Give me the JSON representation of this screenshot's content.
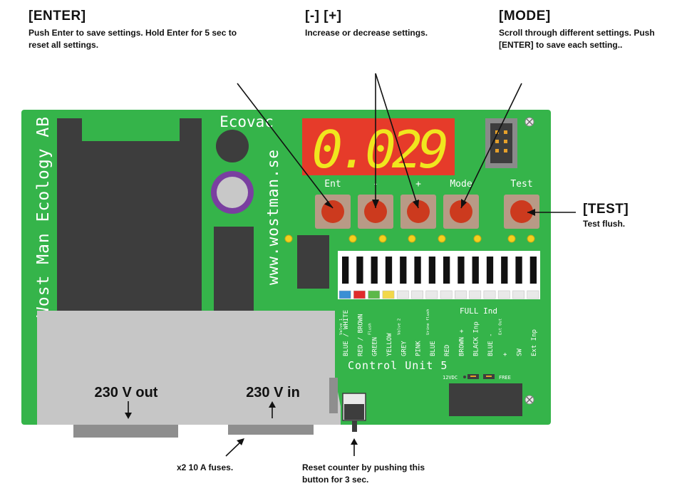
{
  "annotations": {
    "enter": {
      "title": "[ENTER]",
      "desc": "Push Enter to save settings. Hold Enter for 5 sec to reset all settings."
    },
    "plusminus": {
      "title": "[-] [+]",
      "desc": "Increase or decrease settings."
    },
    "mode": {
      "title": "[MODE]",
      "desc": "Scroll through different settings. Push [ENTER] to save each setting.."
    },
    "test": {
      "title": "[TEST]",
      "desc": "Test flush."
    },
    "fuses": {
      "desc": "x2 10 A fuses."
    },
    "reset": {
      "desc": "Reset counter by pushing this button for 3 sec."
    }
  },
  "board": {
    "brand_vertical": "Wost Man Ecology AB",
    "product_name": "Ecovac",
    "website": "www.wostman.se",
    "display_value": "0.029",
    "unit_label": "Control Unit 5",
    "power_out": "230 V out",
    "power_in": "230 V in",
    "buttons": [
      {
        "label": "Ent",
        "color": "#cc3a1e"
      },
      {
        "label": "-",
        "color": "#cc3a1e"
      },
      {
        "label": "+",
        "color": "#cc3a1e"
      },
      {
        "label": "Mode",
        "color": "#cc3a1e"
      },
      {
        "label": "Test",
        "color": "#cc3a1e"
      }
    ],
    "terminal_colors": [
      "#3b8fd4",
      "#e02b2b",
      "#5cb84a",
      "#f2d84a"
    ],
    "wire_labels": [
      {
        "main": "BLUE / WHITE",
        "sub": "Valve 1"
      },
      {
        "main": "RED / BROWN",
        "sub": ""
      },
      {
        "main": "GREEN",
        "sub": "Flush"
      },
      {
        "main": "YELLOW",
        "sub": ""
      },
      {
        "main": "GREY",
        "sub": "Valve 2"
      },
      {
        "main": "PINK",
        "sub": ""
      },
      {
        "main": "BLUE",
        "sub": "Urine flush"
      },
      {
        "main": "RED",
        "sub": ""
      },
      {
        "main": "BROWN +",
        "sub": ""
      },
      {
        "main": "BLACK Inp",
        "sub": ""
      },
      {
        "main": "BLUE -",
        "sub": ""
      },
      {
        "main": "+",
        "sub": "Ext Out"
      },
      {
        "main": "SW",
        "sub": ""
      },
      {
        "main": "Ext Inp",
        "sub": ""
      }
    ],
    "full_ind_label": "FULL Ind",
    "voltage_label": "12VDC",
    "free_label": "FREE"
  },
  "colors": {
    "pcb_green": "#35b44a",
    "display_red": "#e63b2a",
    "display_digit": "#f0e61e",
    "button_red": "#cc3a1e",
    "button_ring": "#b89a86",
    "led_yellow": "#f3d01e",
    "housing_grey": "#c6c6c6"
  }
}
